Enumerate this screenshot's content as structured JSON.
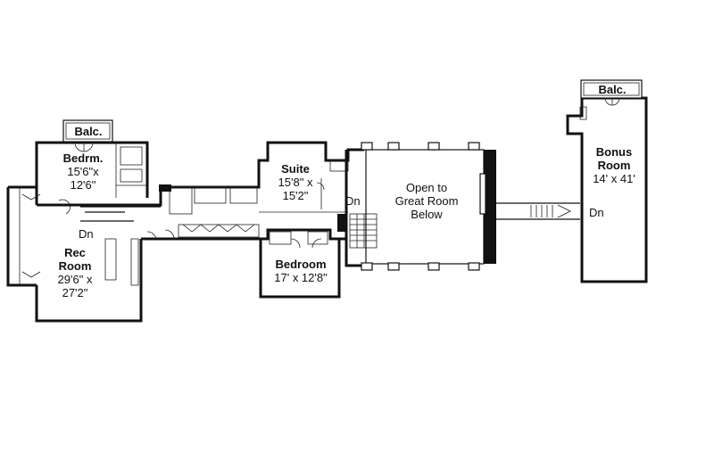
{
  "rooms": {
    "balc_left": {
      "name": "Balc."
    },
    "balc_right": {
      "name": "Balc."
    },
    "bedrm": {
      "name": "Bedrm.",
      "dim_1": "15'6\"x",
      "dim_2": "12'6\""
    },
    "rec_room": {
      "name_1": "Rec",
      "name_2": "Room",
      "dim_1": "29'6\" x",
      "dim_2": "27'2\""
    },
    "suite": {
      "name": "Suite",
      "dim_1": "15'8\" x",
      "dim_2": "15'2\""
    },
    "bedroom": {
      "name": "Bedroom",
      "dim": "17' x 12'8\""
    },
    "open_to": {
      "line_1": "Open to",
      "line_2": "Great Room",
      "line_3": "Below"
    },
    "bonus_room": {
      "name_1": "Bonus",
      "name_2": "Room",
      "dim": "14' x 41'"
    }
  },
  "stair_labels": {
    "dn_left": "Dn",
    "dn_center": "Dn",
    "dn_right": "Dn"
  }
}
